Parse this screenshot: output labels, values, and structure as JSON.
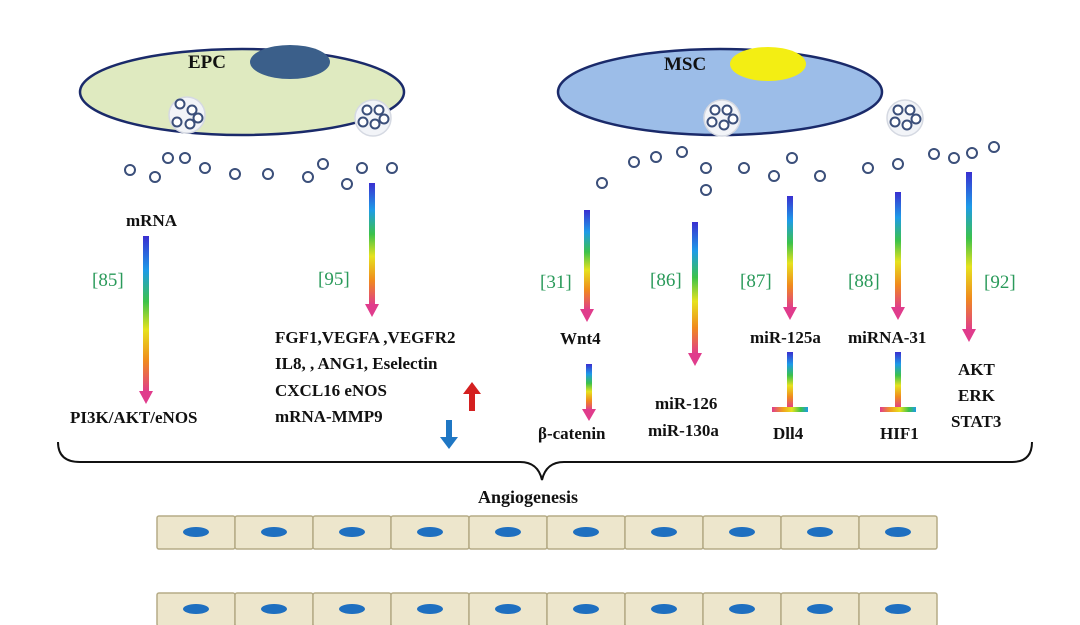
{
  "cells": {
    "epc": {
      "label": "EPC"
    },
    "msc": {
      "label": "MSC"
    }
  },
  "refs": [
    "[85]",
    "[95]",
    "[31]",
    "[86]",
    "[87]",
    "[88]",
    "[92]"
  ],
  "targets": {
    "epc_mrna": "mRNA",
    "pi3k": "PI3K/AKT/eNOS",
    "epc_factors": [
      "FGF1,VEGFA ,VEGFR2",
      "IL8, , ANG1, Eselectin",
      "CXCL16 eNOS",
      "mRNA-MMP9"
    ],
    "wnt4": "Wnt4",
    "beta_catenin": "β-catenin",
    "mir126": "miR-126",
    "mir130a": "miR-130a",
    "mir125a": "miR-125a",
    "dll4": "Dll4",
    "mirna31": "miRNA-31",
    "hif1": "HIF1",
    "akt_erk_stat3": [
      "AKT",
      "ERK",
      "STAT3"
    ]
  },
  "outcome": "Angiogenesis",
  "colors": {
    "epc_fill": "#dfeac0",
    "msc_fill": "#9cbde8",
    "epc_nucleus": "#3b5f8a",
    "msc_nucleus": "#f3ee13",
    "ref_green": "#2a9a5a",
    "up_arrow": "#d42020",
    "down_arrow": "#1f77c4",
    "endothelial_cell": "#ede6cc",
    "endothelial_nucleus": "#1e6fc0"
  }
}
